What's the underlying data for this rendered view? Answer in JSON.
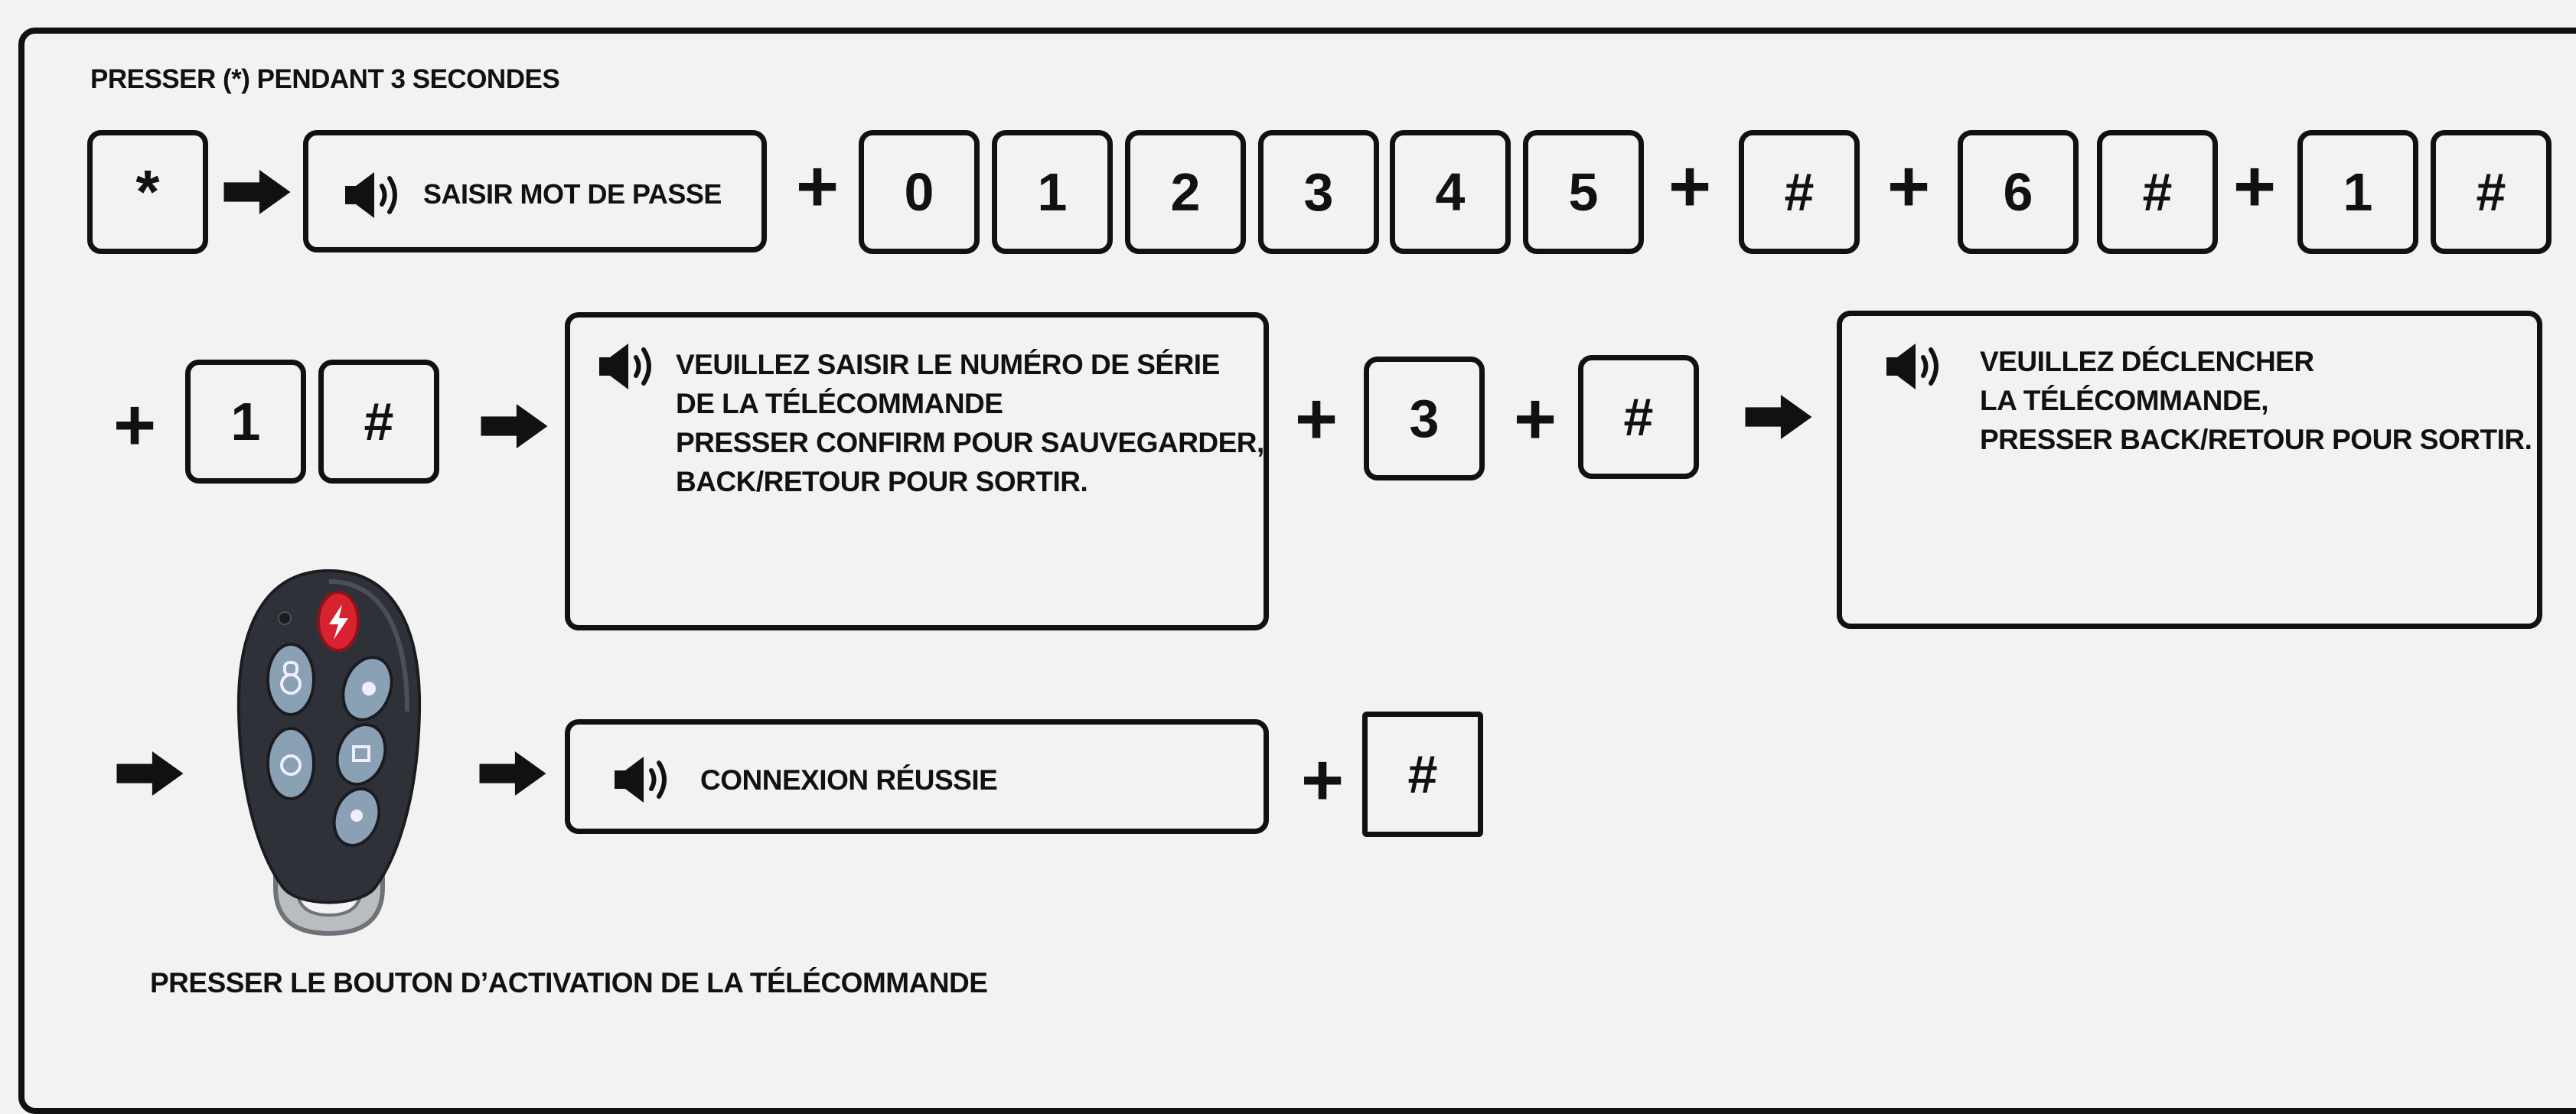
{
  "heading": "PRESSER (*) PENDANT 3 SECONDES",
  "row1": {
    "star_key": "*",
    "password_prompt": "SAISIR MOT DE PASSE",
    "plus": "+",
    "code_keys": [
      "0",
      "1",
      "2",
      "3",
      "4",
      "5"
    ],
    "hash_key": "#",
    "key_6": "6",
    "key_1": "1"
  },
  "row2": {
    "key_1": "1",
    "hash_key": "#",
    "serial_prompt": [
      "VEUILLEZ SAISIR LE NUMÉRO DE SÉRIE",
      "DE LA TÉLÉCOMMANDE",
      "PRESSER CONFIRM POUR SAUVEGARDER,",
      "BACK/RETOUR POUR SORTIR."
    ],
    "key_3": "3",
    "trigger_prompt": [
      "VEUILLEZ DÉCLENCHER",
      "LA TÉLÉCOMMANDE,",
      "PRESSER BACK/RETOUR POUR SORTIR."
    ]
  },
  "row3": {
    "success_prompt": "CONNEXION RÉUSSIE",
    "hash_key": "#",
    "remote_caption": "PRESSER LE BOUTON D’ACTIVATION DE LA TÉLÉCOMMANDE"
  },
  "icons": {
    "arrow": "arrow-right-icon",
    "speaker": "speaker-icon",
    "remote": "remote-control-keyfob"
  },
  "colors": {
    "background": "#f2f2f2",
    "ink": "#111111",
    "remote_body": "#2e3238",
    "remote_buttons": "#8aa0b4",
    "remote_panic": "#d8222f"
  }
}
